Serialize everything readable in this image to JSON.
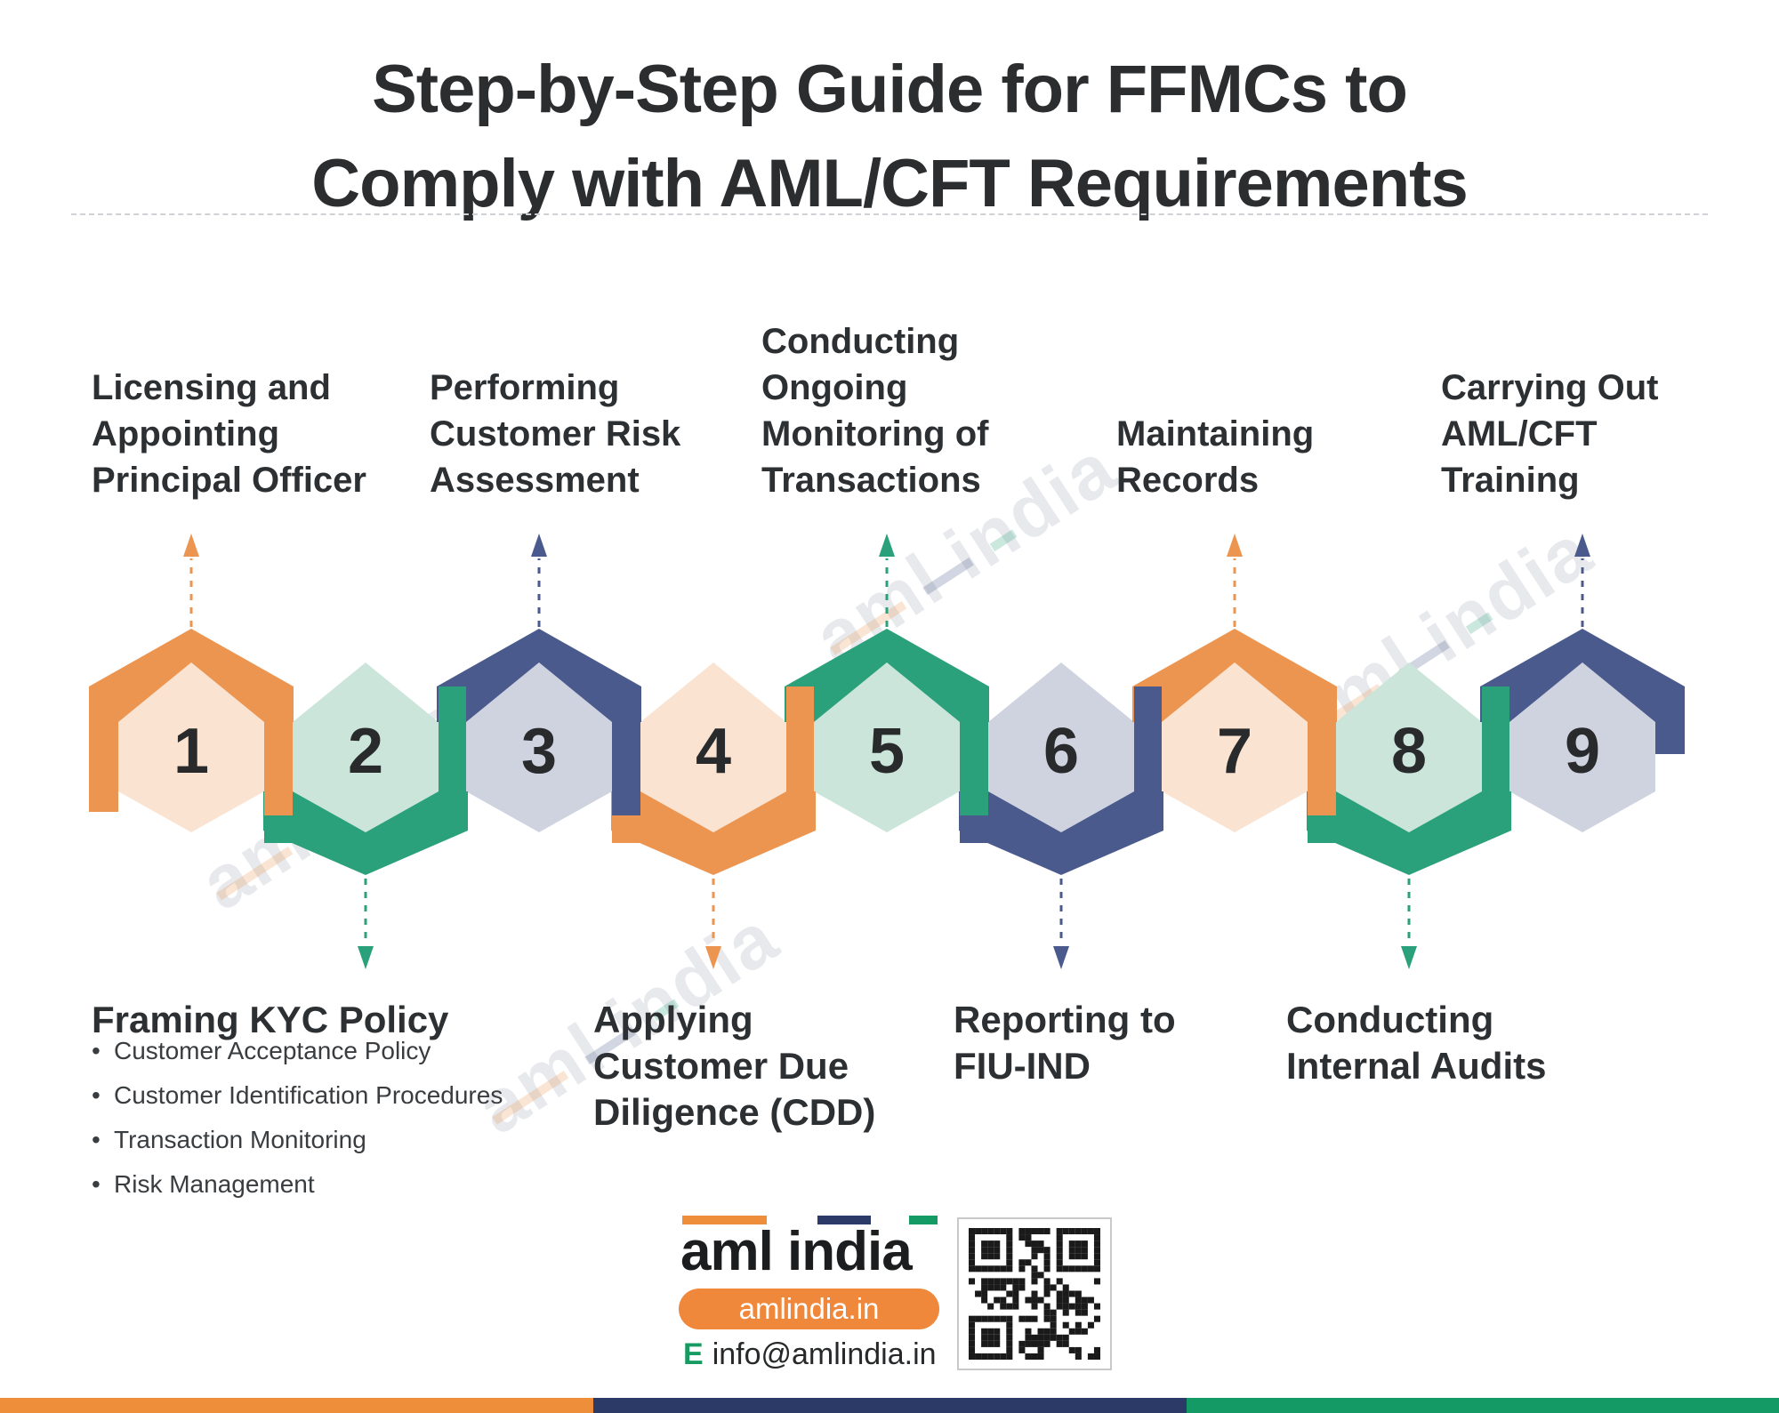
{
  "title": "Step-by-Step Guide for FFMCs to\nComply with AML/CFT Requirements",
  "watermark": "aml india",
  "steps": [
    {
      "num": "1",
      "color": "orange",
      "position": "top",
      "label": "Licensing and\nAppointing\nPrincipal Officer"
    },
    {
      "num": "2",
      "color": "green",
      "position": "bottom",
      "label": "Framing KYC Policy",
      "bullets": [
        "Customer Acceptance Policy",
        "Customer Identification Procedures",
        "Transaction Monitoring",
        "Risk Management"
      ]
    },
    {
      "num": "3",
      "color": "navy",
      "position": "top",
      "label": "Performing\nCustomer Risk\nAssessment"
    },
    {
      "num": "4",
      "color": "orange",
      "position": "bottom",
      "label": "Applying\nCustomer Due\nDiligence (CDD)"
    },
    {
      "num": "5",
      "color": "green",
      "position": "top",
      "label": "Conducting\nOngoing\nMonitoring of\nTransactions"
    },
    {
      "num": "6",
      "color": "navy",
      "position": "bottom",
      "label": "Reporting to\nFIU-IND"
    },
    {
      "num": "7",
      "color": "orange",
      "position": "top",
      "label": "Maintaining\nRecords"
    },
    {
      "num": "8",
      "color": "green",
      "position": "bottom",
      "label": "Conducting\nInternal Audits"
    },
    {
      "num": "9",
      "color": "navy",
      "position": "top",
      "label": "Carrying Out\nAML/CFT\nTraining"
    }
  ],
  "footer": {
    "brand": "aml india",
    "website": "amlindia.in",
    "email_label": "E",
    "email": "info@amlindia.in"
  },
  "colors": {
    "orange": "#EC9551",
    "green": "#2AA17A",
    "navy": "#4A5A8C",
    "peach_fill": "#FAE3D1",
    "mint_fill": "#CBE5DB",
    "lavender_fill": "#CFD3E0",
    "bar_orange": "#EE8E3B",
    "bar_navy": "#2B3A67",
    "bar_green": "#149A65",
    "pill_orange": "#F0883C",
    "text_dark": "#2D3033"
  }
}
